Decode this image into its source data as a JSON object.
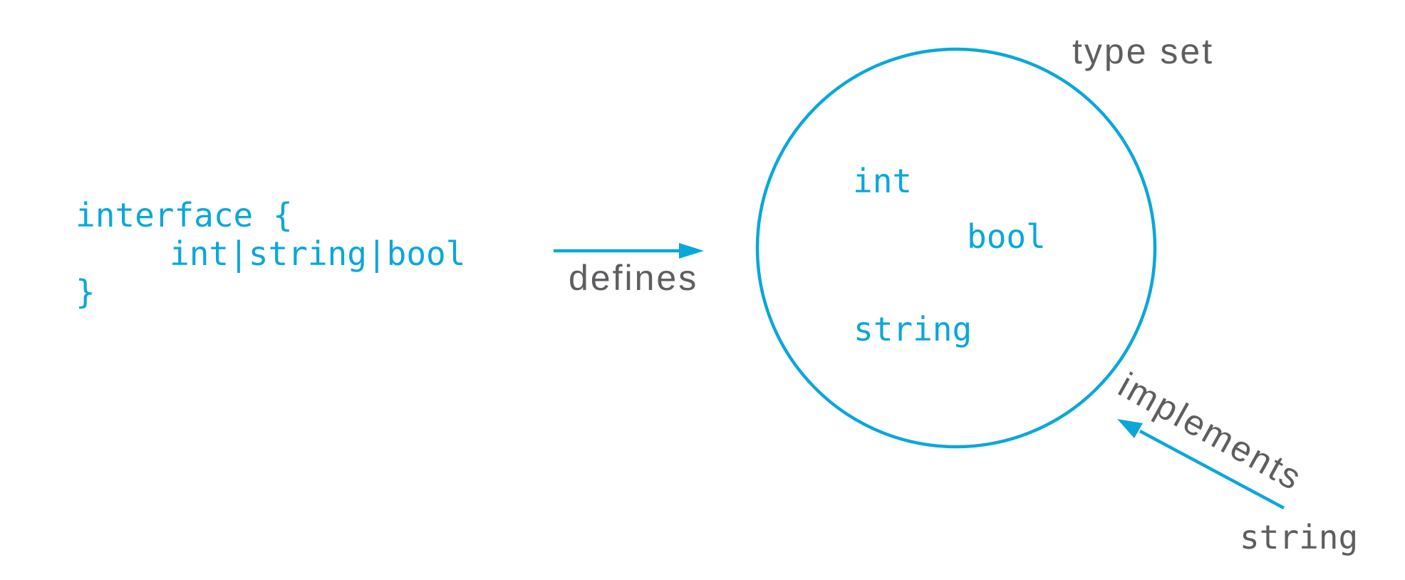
{
  "diagram": {
    "colors": {
      "accent_cyan": "#0aa7db",
      "label_gray": "#5d5e60"
    },
    "interface_code": {
      "lines": [
        "interface {",
        "int|string|bool",
        "}"
      ]
    },
    "defines_arrow": {
      "label": "defines"
    },
    "type_set": {
      "label": "type set",
      "members": [
        "int",
        "bool",
        "string"
      ]
    },
    "implements_arrow": {
      "label": "implements",
      "implementing_type": "string"
    }
  }
}
